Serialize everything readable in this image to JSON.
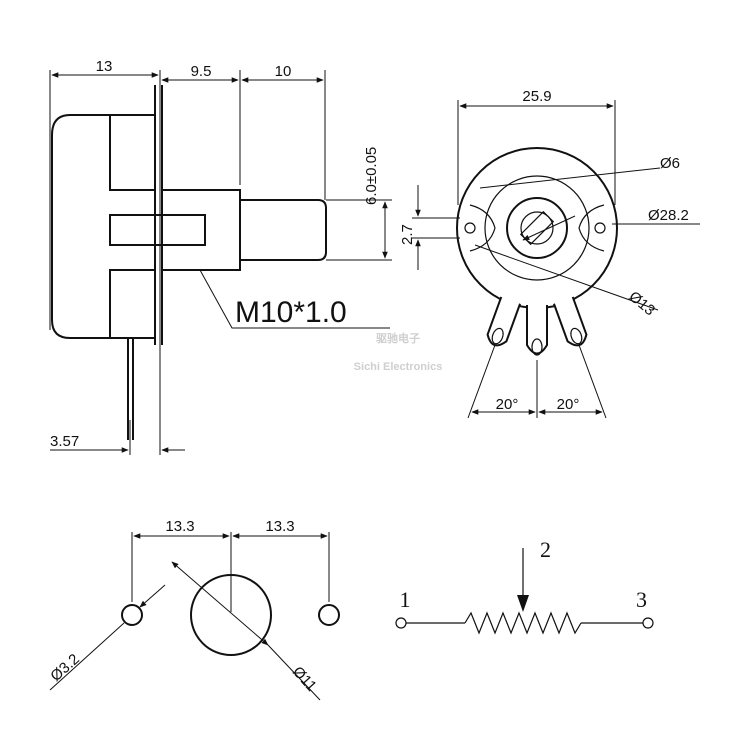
{
  "side_view": {
    "dim_body_width": "13",
    "dim_bushing": "9.5",
    "dim_shaft": "10",
    "dim_shaft_dia": "6.0±0.05",
    "dim_pin_offset": "3.57",
    "thread_label": "M10*1.0"
  },
  "front_view": {
    "dim_width": "25.9",
    "dim_shaft_dia": "Ø6",
    "dim_body_dia": "Ø28.2",
    "dim_inner_dia": "Ø13",
    "dim_pin_spacing": "2.7",
    "angle_left": "20°",
    "angle_right": "20°"
  },
  "pcb_layout": {
    "dim_left": "13.3",
    "dim_right": "13.3",
    "dim_hole_dia": "Ø3.2",
    "dim_center_dia": "Ø11"
  },
  "schematic": {
    "terminal_1": "1",
    "terminal_2": "2",
    "terminal_3": "3"
  },
  "watermark": {
    "cn": "驱驰电子",
    "en": "Sichi Electronics"
  }
}
